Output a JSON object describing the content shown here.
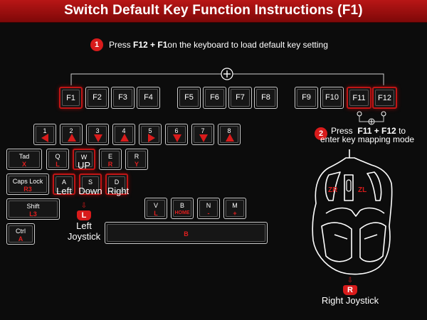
{
  "title": "Switch Default Key Function Instructions (F1)",
  "step1": {
    "num": "1",
    "pre": "Press ",
    "keys": "F12 + F1",
    "post": " on the keyboard to load default key setting"
  },
  "step2": {
    "num": "2",
    "pre": "Press ",
    "keys": "F11 + F12",
    "post": " to",
    "line2": "enter key mapping mode"
  },
  "fkeys": [
    "F1",
    "F2",
    "F3",
    "F4",
    "F5",
    "F6",
    "F7",
    "F8",
    "F9",
    "F10",
    "F11",
    "F12"
  ],
  "numkeys": {
    "labels": [
      "1",
      "2",
      "3",
      "4",
      "5",
      "6",
      "7",
      "8"
    ]
  },
  "keys": {
    "tab": {
      "label": "Tad",
      "sub": "X"
    },
    "q": {
      "label": "Q",
      "sub": "L"
    },
    "w": {
      "label": "W",
      "below": "UP"
    },
    "e": {
      "label": "E",
      "sub": "R"
    },
    "r": {
      "label": "R",
      "sub": "Y"
    },
    "caps": {
      "label": "Caps Lock",
      "sub": "R3"
    },
    "a": {
      "label": "A",
      "below": "Left"
    },
    "s": {
      "label": "S",
      "below": "Down"
    },
    "d": {
      "label": "D",
      "below": "Right"
    },
    "shift": {
      "label": "Shift",
      "sub": "L3"
    },
    "ctrl": {
      "label": "Ctrl",
      "sub": "A"
    },
    "v": {
      "label": "V",
      "sub": "L"
    },
    "b": {
      "label": "B",
      "sub": "HOME"
    },
    "n": {
      "label": "N",
      "sub": "-"
    },
    "m": {
      "label": "M",
      "sub": "+"
    },
    "space": {
      "sub": "B"
    }
  },
  "left_joystick": {
    "badge": "L",
    "line1": "Left",
    "line2": "Joystick"
  },
  "right_joystick": {
    "badge": "R",
    "label": "Right Joystick"
  },
  "mouse": {
    "zr": "ZR",
    "zl": "ZL"
  },
  "colors": {
    "accent": "#d81b1b",
    "background": "#0c0c0c"
  }
}
